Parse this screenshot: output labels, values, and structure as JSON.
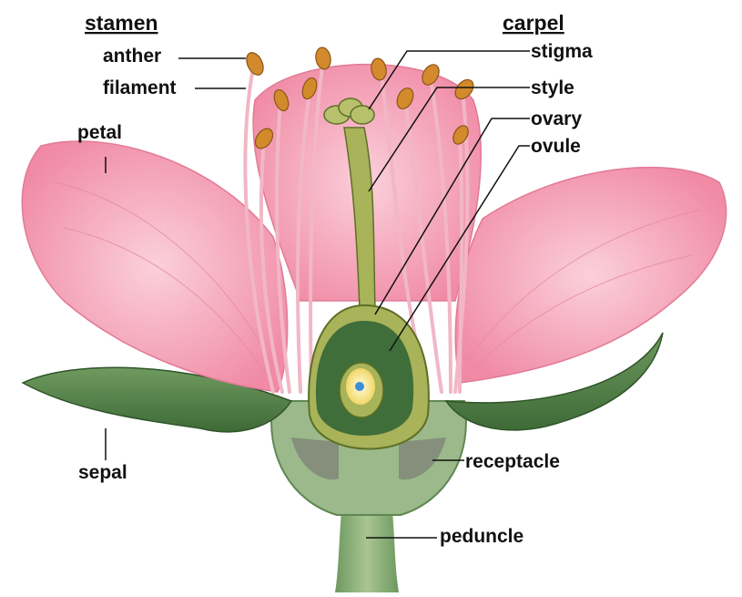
{
  "diagram": {
    "headings": {
      "stamen": "stamen",
      "carpel": "carpel"
    },
    "labels": {
      "anther": "anther",
      "filament": "filament",
      "petal": "petal",
      "sepal": "sepal",
      "stigma": "stigma",
      "style": "style",
      "ovary": "ovary",
      "ovule": "ovule",
      "receptacle": "receptacle",
      "peduncle": "peduncle"
    },
    "colors": {
      "petal": "#f4a6b8",
      "petal_vein": "#e58aa1",
      "sepal": "#4f7d45",
      "stem": "#86a872",
      "carpel": "#a8b35a",
      "anther": "#d28a2c",
      "ovule": "#f7e27a",
      "nucleus": "#3a8fd6"
    }
  }
}
